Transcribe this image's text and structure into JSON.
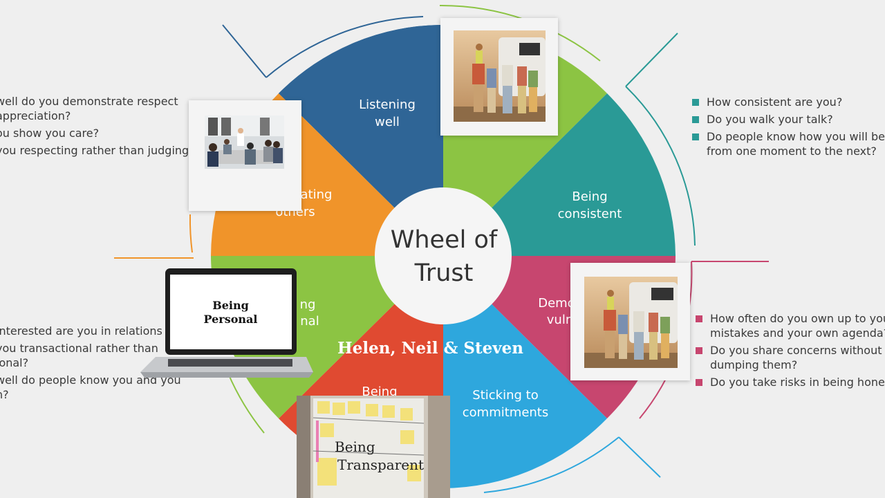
{
  "title_line1": "Wheel of",
  "title_line2": "Trust",
  "presenters": "Helen, Neil & Steven",
  "segments": {
    "listening": [
      "Listening",
      "well"
    ],
    "consistent": [
      "Being",
      "consistent"
    ],
    "vulnerable": [
      "Demo",
      "vulr"
    ],
    "commitments": [
      "Sticking to",
      "commitments"
    ],
    "transparent_partial": "Being",
    "personal_partial": [
      "ng",
      "nal"
    ],
    "appreciating_partial": [
      "iating",
      "others"
    ]
  },
  "overlays": {
    "laptop_line1": "Being",
    "laptop_line2": "Personal",
    "board_line1": "Being",
    "board_line2": "Transparent"
  },
  "questions_left_top": [
    "well do you demonstrate respect",
    "appreciation?",
    "ou show you care?",
    "you respecting rather than judging?"
  ],
  "questions_left_bottom": [
    "interested are you in relations",
    "you transactional rather than",
    "ional?",
    "well do people know you and you",
    "n?"
  ],
  "questions_right_top": [
    "How consistent are you?",
    "Do you walk your talk?",
    "Do people know how you will be",
    "from one moment to the next?"
  ],
  "questions_right_bottom": [
    "How often do you own up to you",
    "mistakes and your own agenda?",
    "Do you share concerns without",
    "dumping them?",
    "Do you take risks in being hones"
  ],
  "colors": {
    "blue": "#2f6596",
    "green": "#8cc443",
    "teal": "#2a9a96",
    "pink": "#c7466f",
    "sky": "#2ea7dd",
    "red": "#e04a31",
    "orange": "#f0942a",
    "background": "#efefef"
  }
}
